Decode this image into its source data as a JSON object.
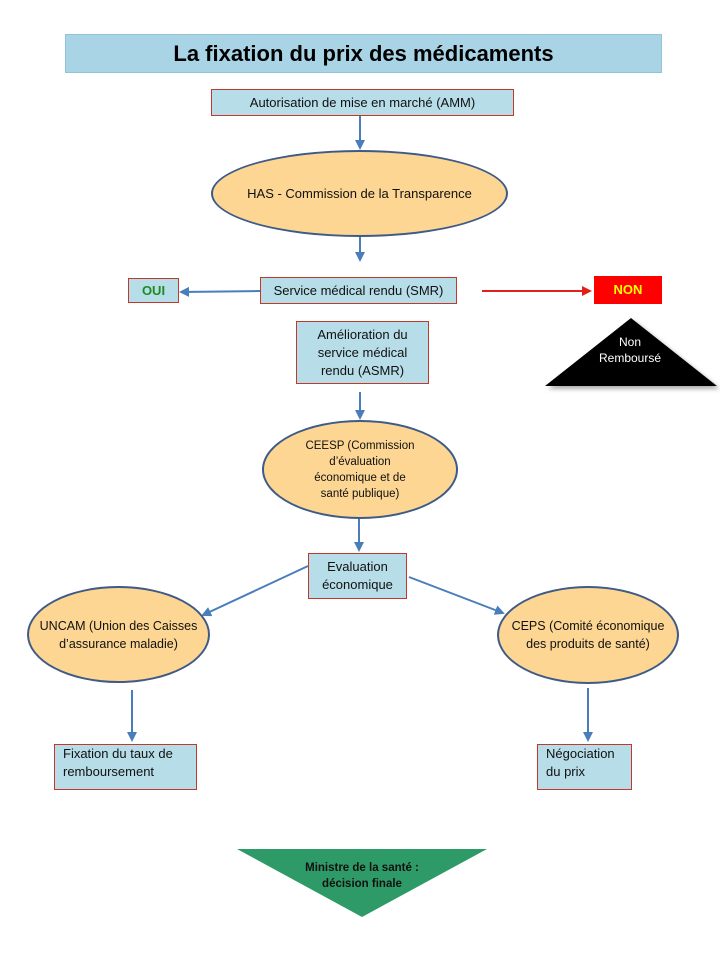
{
  "title": "La fixation du prix des médicaments",
  "nodes": {
    "amm": "Autorisation de mise en marché (AMM)",
    "has": "HAS - Commission de la Transparence",
    "smr": "Service médical rendu (SMR)",
    "oui": "OUI",
    "non": "NON",
    "non_rembourse": [
      "Non",
      "Remboursé"
    ],
    "asmr": [
      "Amélioration du",
      "service médical",
      "rendu (ASMR)"
    ],
    "ceesp": [
      "CEESP (Commission",
      "d’évaluation",
      "économique et de",
      "santé publique)"
    ],
    "evaluation": [
      "Evaluation",
      "économique"
    ],
    "uncam": [
      "UNCAM (Union des Caisses",
      "d’assurance maladie)"
    ],
    "ceps": [
      "CEPS (Comité économique",
      "des produits de santé)"
    ],
    "fixation": [
      "Fixation du taux de",
      "remboursement"
    ],
    "negociation": [
      "Négociation",
      "du prix"
    ],
    "ministre": [
      "Ministre de la santé :",
      "décision finale"
    ]
  },
  "colors": {
    "title_bg": "#a9d4e6",
    "box_bg": "#b7dde8",
    "box_border": "#c0392b",
    "ellipse_bg": "#fcd692",
    "ellipse_border": "#3e5a86",
    "arrow": "#4a7ebb",
    "arrow_red": "#e0211b",
    "oui_text": "#1f8a1f",
    "non_bg": "#ff0000",
    "non_text": "#ffff00",
    "triangle_black": "#000000",
    "triangle_green": "#2e9a68"
  }
}
